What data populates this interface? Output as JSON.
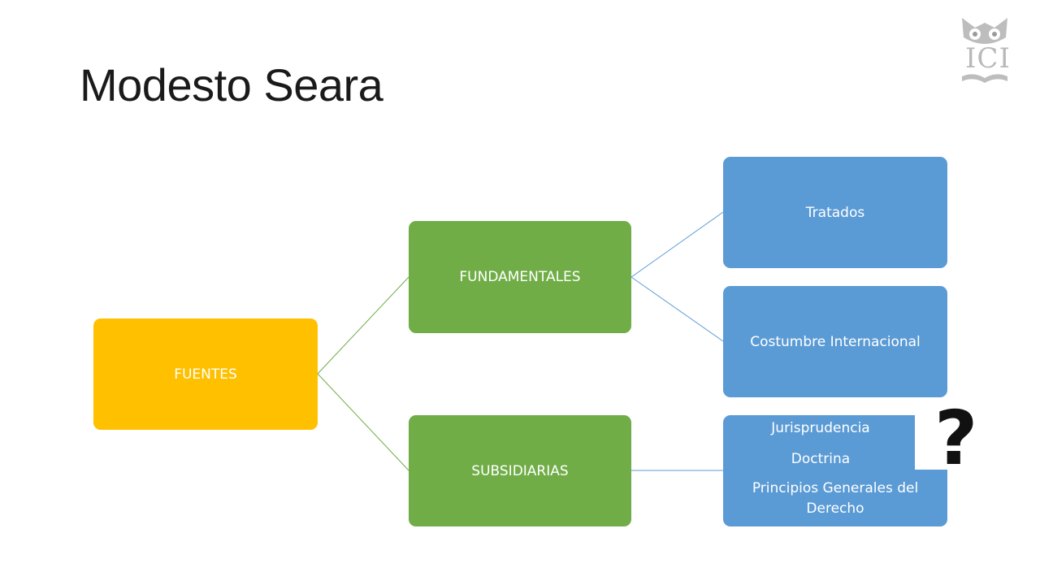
{
  "title": "Modesto Seara",
  "logo": {
    "text": "ICI"
  },
  "diagram": {
    "root": "FUENTES",
    "fundamentales": "FUNDAMENTALES",
    "subsidiarias": "SUBSIDIARIAS",
    "fundamentales_children": [
      "Tratados",
      "Costumbre Internacional"
    ],
    "subsidiarias_children": [
      "Jurisprudencia",
      "Doctrina",
      "Principios Generales del Derecho"
    ],
    "question_mark": "?"
  },
  "colors": {
    "root": "#ffc000",
    "level2": "#70ad47",
    "level3": "#5b9bd5",
    "connector_green": "#70ad47",
    "connector_blue": "#5b9bd5"
  }
}
